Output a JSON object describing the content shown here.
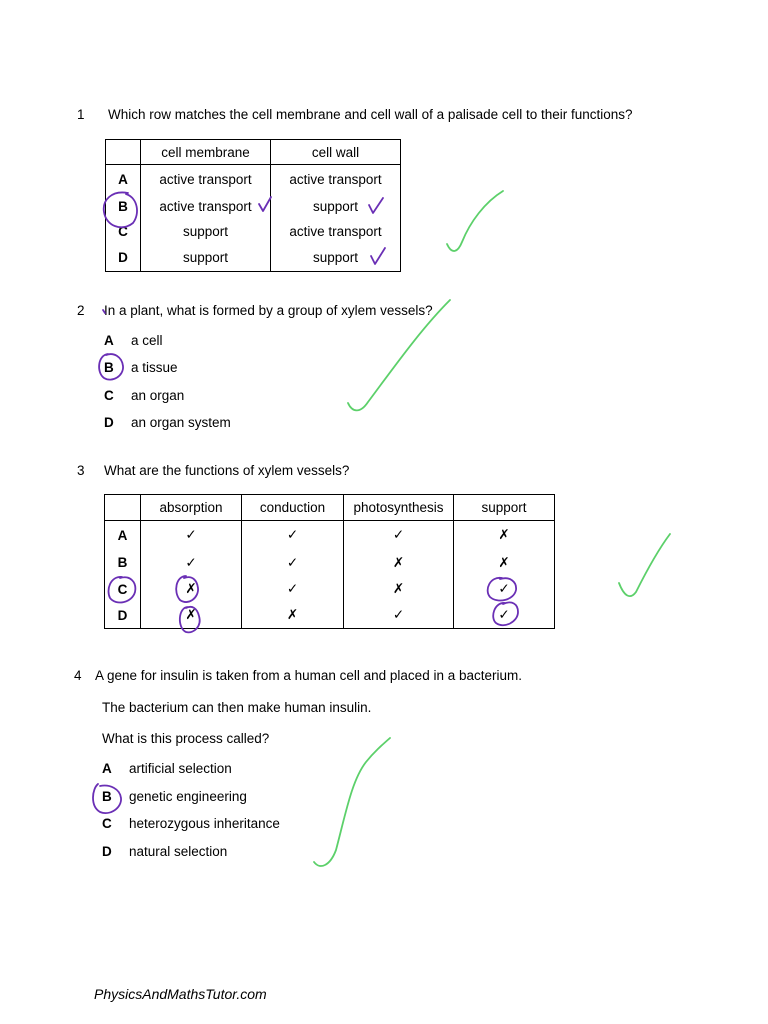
{
  "q1": {
    "number": "1",
    "text": "Which row matches the cell membrane and cell wall of a palisade cell to their functions?",
    "headers": [
      "",
      "cell membrane",
      "cell wall"
    ],
    "rows": [
      {
        "letter": "A",
        "c1": "active transport",
        "c2": "active transport"
      },
      {
        "letter": "B",
        "c1": "active transport",
        "c2": "support"
      },
      {
        "letter": "C",
        "c1": "support",
        "c2": "active transport"
      },
      {
        "letter": "D",
        "c1": "support",
        "c2": "support"
      }
    ]
  },
  "q2": {
    "number": "2",
    "text": "In a plant, what is formed by a group of xylem vessels?",
    "options": [
      {
        "letter": "A",
        "text": "a cell"
      },
      {
        "letter": "B",
        "text": "a tissue"
      },
      {
        "letter": "C",
        "text": "an organ"
      },
      {
        "letter": "D",
        "text": "an organ system"
      }
    ]
  },
  "q3": {
    "number": "3",
    "text": "What are the functions of xylem vessels?",
    "headers": [
      "",
      "absorption",
      "conduction",
      "photosynthesis",
      "support"
    ],
    "rows": [
      {
        "letter": "A",
        "c1": "✓",
        "c2": "✓",
        "c3": "✓",
        "c4": "✗"
      },
      {
        "letter": "B",
        "c1": "✓",
        "c2": "✓",
        "c3": "✗",
        "c4": "✗"
      },
      {
        "letter": "C",
        "c1": "✗",
        "c2": "✓",
        "c3": "✗",
        "c4": "✓"
      },
      {
        "letter": "D",
        "c1": "✗",
        "c2": "✗",
        "c3": "✓",
        "c4": "✓"
      }
    ]
  },
  "q4": {
    "number": "4",
    "text": "A gene for insulin is taken from a human cell and placed in a bacterium.",
    "line2": "The bacterium can then make human insulin.",
    "line3": "What is this process called?",
    "options": [
      {
        "letter": "A",
        "text": "artificial selection"
      },
      {
        "letter": "B",
        "text": "genetic engineering"
      },
      {
        "letter": "C",
        "text": "heterozygous inheritance"
      },
      {
        "letter": "D",
        "text": "natural selection"
      }
    ]
  },
  "footer": "PhysicsAndMathsTutor.com",
  "colors": {
    "annotation_purple": "#6a2fb5",
    "annotation_green": "#5cd06a"
  }
}
